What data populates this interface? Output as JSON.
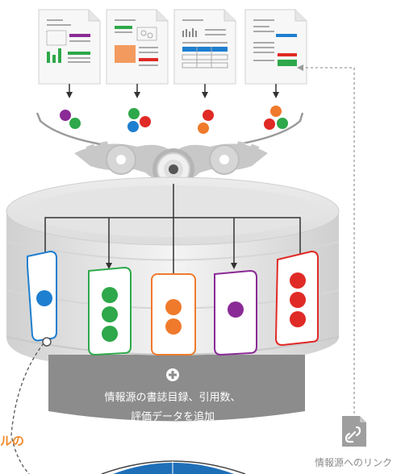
{
  "add_caption": {
    "line1": "情報源の書誌目録、引用数、",
    "line2": "評価データを追加"
  },
  "link_label": "情報源へのリンク",
  "partial_label": "ルの",
  "colors": {
    "blue": "#1e7fd0",
    "green": "#2ea84a",
    "orange": "#f07a2c",
    "purple": "#8a2a96",
    "red": "#e02a26",
    "db_gray": "#8c8c8c",
    "accent_orange": "#f08a2a"
  },
  "documents": [
    {
      "id": "doc-1",
      "dots": [
        "purple",
        "green"
      ]
    },
    {
      "id": "doc-2",
      "dots": [
        "green",
        "blue",
        "red"
      ]
    },
    {
      "id": "doc-3",
      "dots": [
        "red",
        "orange"
      ]
    },
    {
      "id": "doc-4",
      "dots": [
        "orange",
        "red",
        "green"
      ]
    }
  ],
  "cards": [
    {
      "id": "card-blue",
      "color": "blue",
      "count": 1
    },
    {
      "id": "card-green",
      "color": "green",
      "count": 3
    },
    {
      "id": "card-orange",
      "color": "orange",
      "count": 2
    },
    {
      "id": "card-purple",
      "color": "purple",
      "count": 1
    },
    {
      "id": "card-red",
      "color": "red",
      "count": 3
    }
  ]
}
